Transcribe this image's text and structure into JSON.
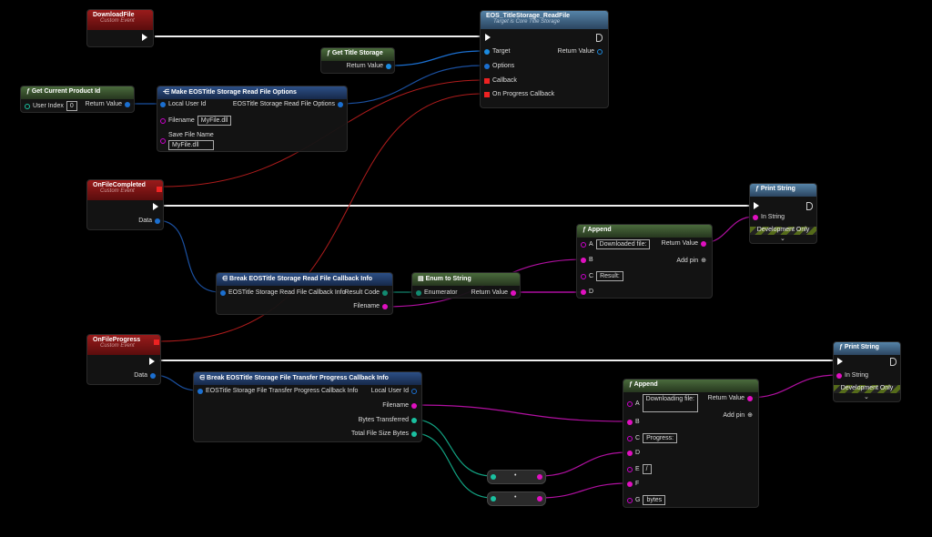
{
  "download_event": {
    "title": "DownloadFile",
    "subtitle": "Custom Event"
  },
  "read_file": {
    "title": "EOS_TitleStorage_ReadFile",
    "subtitle": "Target is Core Title Storage",
    "target": "Target",
    "options": "Options",
    "callback": "Callback",
    "progress_callback": "On Progress Callback",
    "return_value": "Return Value"
  },
  "get_title_storage": {
    "title": "Get Title Storage",
    "return_value": "Return Value"
  },
  "get_product_id": {
    "title": "Get Current Product Id",
    "user_index": "User Index",
    "user_index_value": "0",
    "return_value": "Return Value"
  },
  "make_options": {
    "title": "Make EOSTitle Storage Read File Options",
    "local_user": "Local User Id",
    "output": "EOSTitle Storage Read File Options",
    "filename": "Filename",
    "filename_value": "MyFile.dll",
    "save_file": "Save File Name",
    "save_file_value": "MyFile.dll"
  },
  "completed_event": {
    "title": "OnFileCompleted",
    "subtitle": "Custom Event",
    "data": "Data"
  },
  "print1": {
    "title": "Print String",
    "in_string": "In String",
    "dev": "Development Only",
    "chevron": "⌄"
  },
  "append1": {
    "title": "Append",
    "a": "A",
    "a_value": "Downloaded file:",
    "b": "B",
    "c": "C",
    "c_value": "Result:",
    "d": "D",
    "return_value": "Return Value",
    "add_pin": "Add pin"
  },
  "break_read": {
    "title": "Break EOSTitle Storage Read File Callback Info",
    "input": "EOSTitle Storage Read File Callback Info",
    "result_code": "Result Code",
    "filename": "Filename"
  },
  "enum_to_string": {
    "title": "Enum to String",
    "enumerator": "Enumerator",
    "return_value": "Return Value"
  },
  "progress_event": {
    "title": "OnFileProgress",
    "subtitle": "Custom Event",
    "data": "Data"
  },
  "print2": {
    "title": "Print String",
    "in_string": "In String",
    "dev": "Development Only",
    "chevron": "⌄"
  },
  "break_progress": {
    "title": "Break EOSTitle Storage File Transfer Progress Callback Info",
    "input": "EOSTitle Storage File Transfer Progress Callback Info",
    "local_user": "Local User Id",
    "filename": "Filename",
    "bytes": "Bytes Transferred",
    "total": "Total File Size Bytes"
  },
  "append2": {
    "title": "Append",
    "a": "A",
    "a_value": "Downloading file:",
    "b": "B",
    "c": "C",
    "c_value": "Progress:",
    "d": "D",
    "e": "E",
    "e_value": "/",
    "f": "F",
    "g": "G",
    "g_value": "bytes",
    "return_value": "Return Value",
    "add_pin": "Add pin"
  },
  "conv": {
    "dot": "•"
  }
}
